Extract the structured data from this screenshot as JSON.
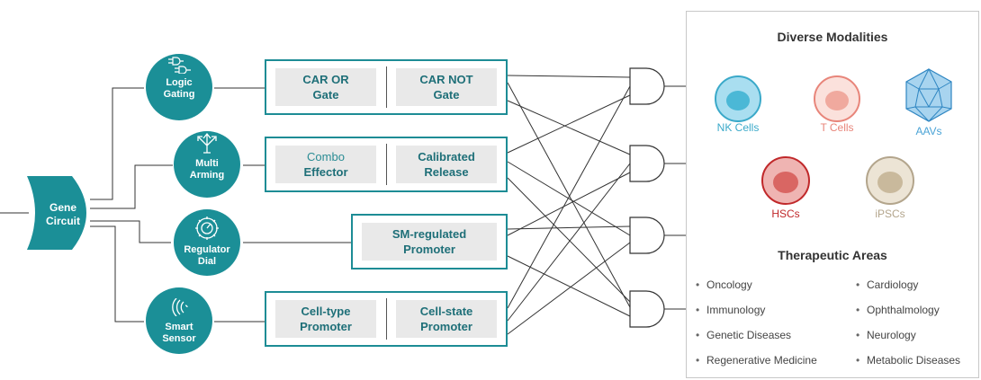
{
  "gene_circuit": {
    "label_line1": "Gene",
    "label_line2": "Circuit"
  },
  "modules": [
    {
      "line1": "Logic",
      "line2": "Gating",
      "icon": "logic-gates-icon"
    },
    {
      "line1": "Multi",
      "line2": "Arming",
      "icon": "multi-arrows-icon"
    },
    {
      "line1": "Regulator",
      "line2": "Dial",
      "icon": "dial-icon"
    },
    {
      "line1": "Smart",
      "line2": "Sensor",
      "icon": "signal-waves-icon"
    }
  ],
  "components": {
    "row1": {
      "left": {
        "l1": "CAR OR",
        "l2": "Gate"
      },
      "right": {
        "l1": "CAR NOT",
        "l2": "Gate"
      }
    },
    "row2": {
      "left": {
        "l1": "Combo",
        "l2": "Effector"
      },
      "right": {
        "l1": "Calibrated",
        "l2": "Release"
      }
    },
    "row3": {
      "center": {
        "l1": "SM-regulated",
        "l2": "Promoter"
      }
    },
    "row4": {
      "left": {
        "l1": "Cell-type",
        "l2": "Promoter"
      },
      "right": {
        "l1": "Cell-state",
        "l2": "Promoter"
      }
    }
  },
  "panel": {
    "modalities_title": "Diverse Modalities",
    "modalities": [
      {
        "label": "NK Cells",
        "color": "#3aa9c9"
      },
      {
        "label": "T Cells",
        "color": "#e8857a"
      },
      {
        "label": "AAVs",
        "color": "#4aa3d6"
      },
      {
        "label": "HSCs",
        "color": "#c0282a"
      },
      {
        "label": "iPSCs",
        "color": "#b3a58c"
      }
    ],
    "areas_title": "Therapeutic Areas",
    "areas_left": [
      "Oncology",
      "Immunology",
      "Genetic Diseases",
      "Regenerative Medicine"
    ],
    "areas_right": [
      "Cardiology",
      "Ophthalmology",
      "Neurology",
      "Metabolic Diseases"
    ]
  },
  "colors": {
    "teal": "#1b8f97",
    "wire": "#333333"
  }
}
